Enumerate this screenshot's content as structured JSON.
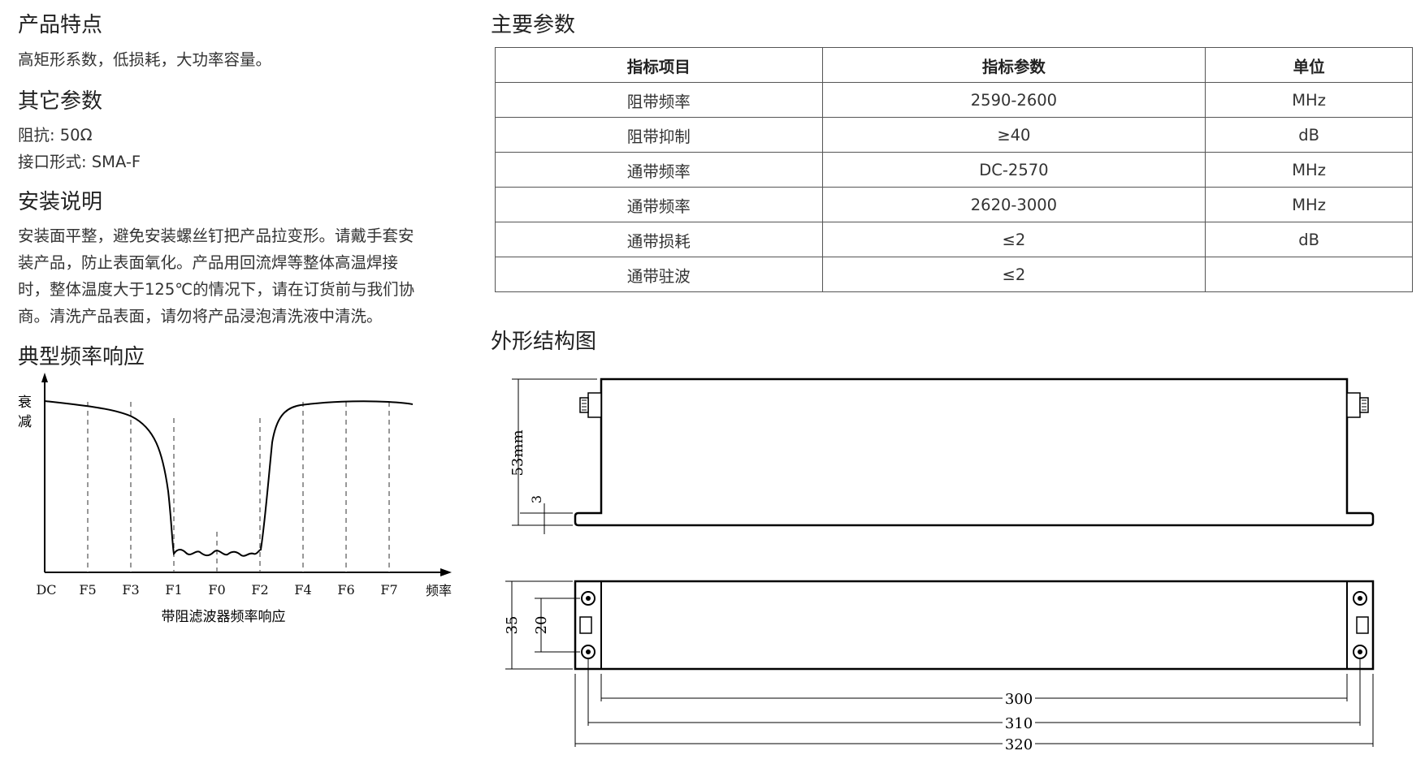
{
  "left": {
    "features": {
      "title": "产品特点",
      "text": "高矩形系数，低损耗，大功率容量。"
    },
    "other_params": {
      "title": "其它参数",
      "impedance": "阻抗: 50Ω",
      "connector": "接口形式: SMA-F"
    },
    "install": {
      "title": "安装说明",
      "lines": [
        "安装面平整，避免安装螺丝钉把产品拉变形。请戴手套安",
        "装产品，防止表面氧化。产品用回流焊等整体高温焊接",
        "时，整体温度大于125℃的情况下，请在订货前与我们协",
        "商。清洗产品表面，请勿将产品浸泡清洗液中清洗。"
      ]
    },
    "response": {
      "title": "典型频率响应",
      "ylabel_chars": [
        "衰",
        "减"
      ],
      "xticks": [
        "DC",
        "F5",
        "F3",
        "F1",
        "F0",
        "F2",
        "F4",
        "F6",
        "F7"
      ],
      "xlabel": "频率",
      "caption": "带阻滤波器频率响应"
    }
  },
  "main_params": {
    "title": "主要参数",
    "headers": [
      "指标项目",
      "指标参数",
      "单位"
    ],
    "rows": [
      [
        "阻带频率",
        "2590-2600",
        "MHz"
      ],
      [
        "阻带抑制",
        "≥40",
        "dB"
      ],
      [
        "通带频率",
        "DC-2570",
        "MHz"
      ],
      [
        "通带频率",
        "2620-3000",
        "MHz"
      ],
      [
        "通带损耗",
        "≤2",
        "dB"
      ],
      [
        "通带驻波",
        "≤2",
        ""
      ]
    ]
  },
  "outline": {
    "title": "外形结构图",
    "dims": {
      "height": "53mm",
      "flange": "3",
      "width": "35",
      "hole_spacing": "20",
      "len_300": "300",
      "len_310": "310",
      "len_320": "320"
    }
  }
}
